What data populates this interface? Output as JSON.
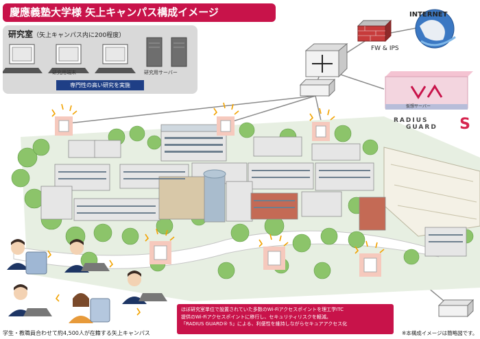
{
  "title": "慶應義塾大学様 矢上キャンパス構成イメージ",
  "lab": {
    "title": "研究室",
    "subtitle": "（矢上キャンパス内に200程度）",
    "terminals_label": "研究用端末",
    "servers_label": "研究用サーバー",
    "banner": "専門性の高い研究を実施"
  },
  "network": {
    "internet_label": "INTERNET",
    "fw_label": "FW & IPS",
    "virtual_server_label": "仮想サーバー"
  },
  "radius_guard": {
    "word1": "RADIUS",
    "word2": "GUARD",
    "letter": "S"
  },
  "users_label": "学生・教職員合わせて約4,500人が在籍する矢上キャンパス",
  "note": {
    "line1": "ほぼ研究室単位で設置されていた多数のWi-Fiアクセスポイントを理工学ITC",
    "line2": "提供のWi-Fiアクセスポイントに移行し、セキュリティリスクを軽減。",
    "line3": "「RADIUS GUARD® S」による、利便性を維持しながらセキュアアクセス化"
  },
  "diagram_note": "※本構成イメージは簡略図です。",
  "colors": {
    "accent": "#c8134a",
    "banner": "#1f3f86",
    "lab_bg": "#d9d9d9",
    "tree": "#8cc46a",
    "building": "#e6e6e6",
    "signal": "#f2a200"
  }
}
